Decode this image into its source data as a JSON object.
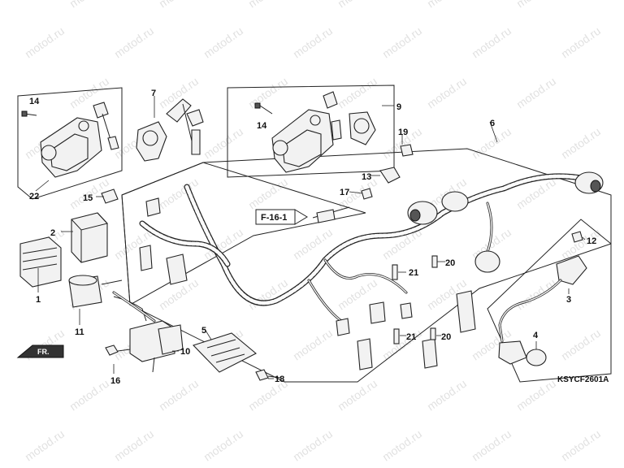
{
  "diagram": {
    "title": "",
    "reference_code": "KSYCF2601A",
    "cross_reference": "F-16-1",
    "front_indicator": "FR.",
    "watermark": "motod.ru",
    "callouts": [
      "1",
      "2",
      "4",
      "5",
      "6",
      "7",
      "9",
      "10",
      "11",
      "12",
      "13",
      "14",
      "14",
      "15",
      "16",
      "17",
      "18",
      "19",
      "20",
      "20",
      "21",
      "21",
      "22",
      "3"
    ]
  }
}
